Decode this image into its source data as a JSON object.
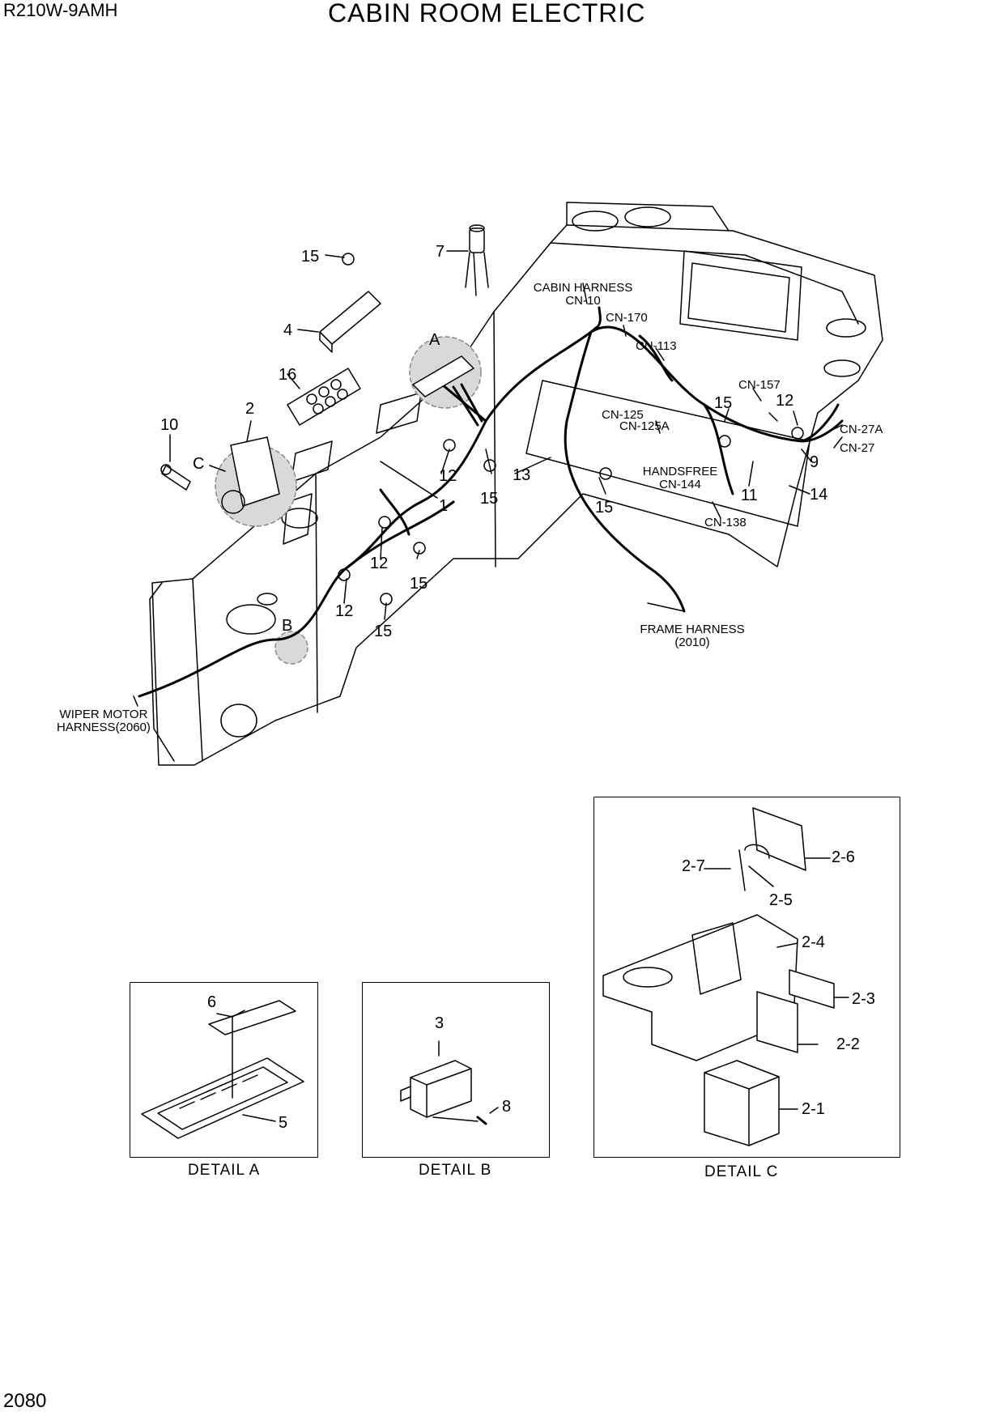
{
  "header": {
    "model": "R210W-9AMH",
    "title": "CABIN ROOM ELECTRIC"
  },
  "footer": {
    "page_number": "2080"
  },
  "callouts": {
    "c15a": "15",
    "c7": "7",
    "c4": "4",
    "cA": "A",
    "c16": "16",
    "c10": "10",
    "c2": "2",
    "cC": "C",
    "c12a": "12",
    "c15b": "15",
    "c1": "1",
    "c13": "13",
    "c15c": "15",
    "c12b": "12",
    "c15d": "15",
    "c12c": "12",
    "c15e": "15",
    "cB": "B",
    "c15f": "15",
    "c12d": "12",
    "c9": "9",
    "c11": "11",
    "c14": "14"
  },
  "annotations": {
    "cabin_harness": "CABIN HARNESS",
    "cn10": "CN-10",
    "cn170": "CN-170",
    "cn113": "CN-113",
    "cn157": "CN-157",
    "cn125": "CN-125",
    "cn125a": "CN-125A",
    "cn27a": "CN-27A",
    "cn27": "CN-27",
    "handsfree": "HANDSFREE",
    "cn144": "CN-144",
    "cn138": "CN-138",
    "frame_harness": "FRAME HARNESS",
    "frame_harness_ref": "(2010)",
    "wiper_motor": "WIPER MOTOR",
    "wiper_harness": "HARNESS(2060)"
  },
  "details": {
    "a": {
      "caption": "DETAIL  A",
      "labels": {
        "l6": "6",
        "l5": "5"
      }
    },
    "b": {
      "caption": "DETAIL  B",
      "labels": {
        "l3": "3",
        "l8": "8"
      }
    },
    "c": {
      "caption": "DETAIL C",
      "labels": {
        "l27": "2-7",
        "l26": "2-6",
        "l25": "2-5",
        "l24": "2-4",
        "l23": "2-3",
        "l22": "2-2",
        "l21": "2-1"
      }
    }
  }
}
